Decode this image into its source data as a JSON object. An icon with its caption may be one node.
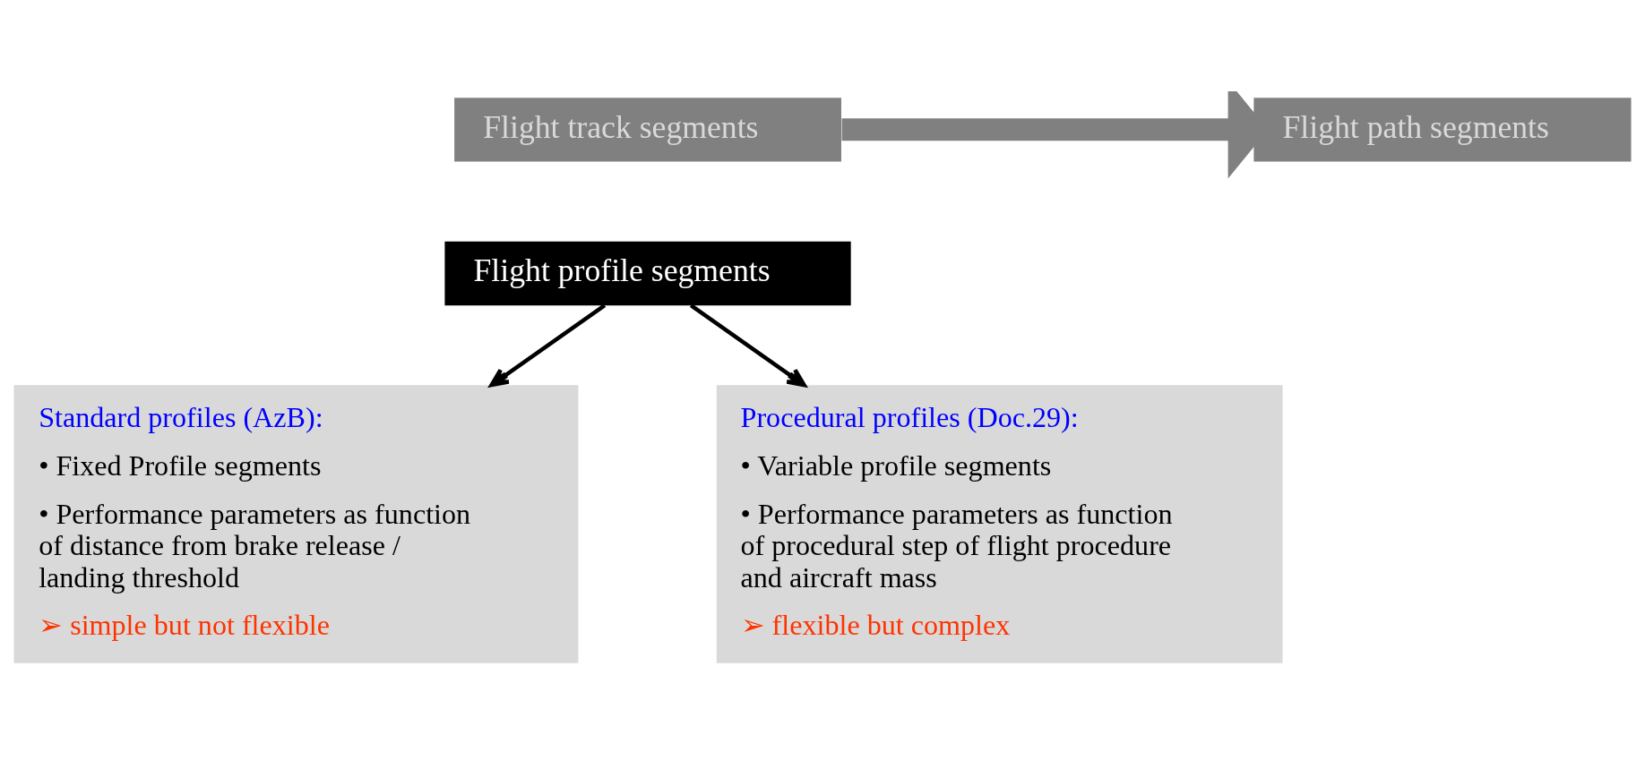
{
  "diagram": {
    "nodes": [
      {
        "text": [
          "Flight track segments"
        ]
      },
      {
        "text": [
          "Flight profile segments"
        ]
      },
      {
        "text": [
          "Flight path segments"
        ]
      },
      {
        "text": [
          "Standard profiles (AzB):",
          "• Fixed Profile segments",
          "• Performance parameters as function of distance from brake release / landing threshold",
          "➢ simple but not flexible"
        ]
      },
      {
        "text": [
          "Procedural profiles (Doc.29):",
          "• Variable profile segments",
          "• Performance parameters as function of procedural step of flight procedure and aircraft mass",
          "➢ flexible but complex"
        ]
      }
    ],
    "edges": [
      {
        "from": 0,
        "to": 2,
        "arrow": "to",
        "style": "thick",
        "color": "#808080"
      },
      {
        "from": 1,
        "to": 3,
        "arrow": "to"
      },
      {
        "from": 1,
        "to": 4,
        "arrow": "to"
      }
    ]
  }
}
